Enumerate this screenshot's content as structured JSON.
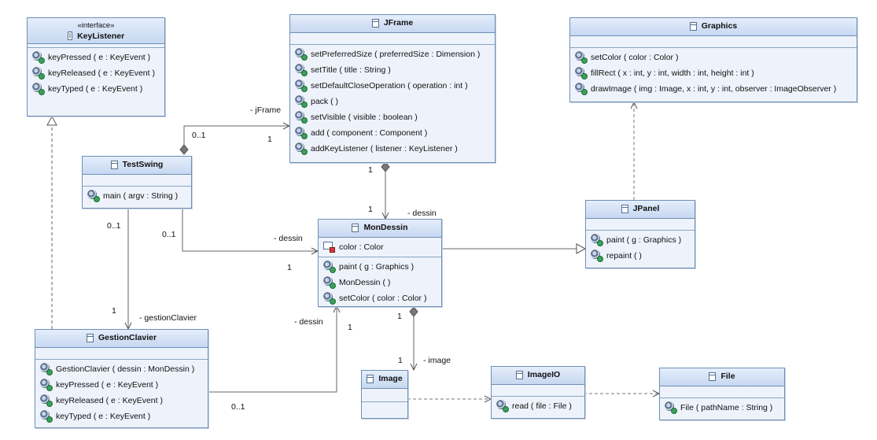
{
  "diagram": {
    "classes": {
      "keylistener": {
        "stereotype": "«interface»",
        "name": "KeyListener",
        "methods": [
          "keyPressed ( e : KeyEvent )",
          "keyReleased ( e : KeyEvent )",
          "keyTyped ( e : KeyEvent )"
        ]
      },
      "jframe": {
        "name": "JFrame",
        "methods": [
          "setPreferredSize ( preferredSize : Dimension )",
          "setTitle ( title : String )",
          "setDefaultCloseOperation ( operation : int )",
          "pack ( )",
          "setVisible ( visible : boolean )",
          "add ( component : Component )",
          "addKeyListener ( listener : KeyListener )"
        ]
      },
      "graphics": {
        "name": "Graphics",
        "methods": [
          "setColor ( color : Color )",
          "fillRect ( x : int, y : int, width : int, height : int )",
          "drawImage ( img : Image, x : int, y : int, observer : ImageObserver )"
        ]
      },
      "testswing": {
        "name": "TestSwing",
        "methods": [
          "main ( argv : String )"
        ]
      },
      "mondessin": {
        "name": "MonDessin",
        "attributes": [
          "color : Color"
        ],
        "methods": [
          "paint ( g : Graphics )",
          "MonDessin ( )",
          "setColor ( color : Color )"
        ]
      },
      "jpanel": {
        "name": "JPanel",
        "methods": [
          "paint ( g : Graphics )",
          "repaint ( )"
        ]
      },
      "gestionclavier": {
        "name": "GestionClavier",
        "methods": [
          "GestionClavier ( dessin : MonDessin )",
          "keyPressed ( e : KeyEvent )",
          "keyReleased ( e : KeyEvent )",
          "keyTyped ( e : KeyEvent )"
        ]
      },
      "image": {
        "name": "Image"
      },
      "imageio": {
        "name": "ImageIO",
        "methods": [
          "read ( file : File )"
        ]
      },
      "file": {
        "name": "File",
        "methods": [
          "File ( pathName : String )"
        ]
      }
    },
    "labels": {
      "jframe_role": "- jFrame",
      "ts_jf_mult_src": "0..1",
      "ts_jf_mult_tgt": "1",
      "jf_md_mult_src": "1",
      "jf_md_mult_tgt": "1",
      "jf_md_role": "- dessin",
      "ts_md_mult_src": "0..1",
      "ts_md_role": "- dessin",
      "ts_md_mult_tgt": "1",
      "ts_gc_mult_src": "0..1",
      "ts_gc_mult_tgt": "1",
      "ts_gc_role": "- gestionClavier",
      "gc_md_role": "- dessin",
      "gc_md_mult_tgt": "1",
      "gc_md_mult_src": "0..1",
      "md_img_mult_src": "1",
      "md_img_mult_tgt": "1",
      "md_img_role": "- image"
    }
  }
}
